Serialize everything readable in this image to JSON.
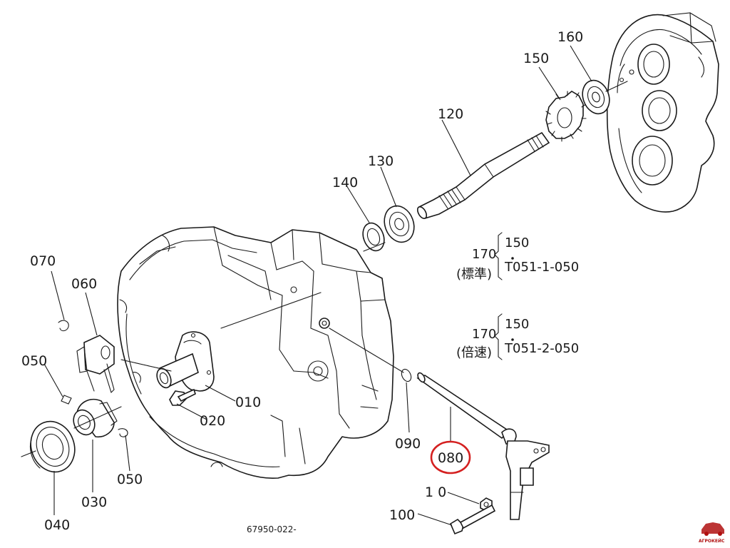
{
  "labels": {
    "p010": "010",
    "p020": "020",
    "p030": "030",
    "p040": "040",
    "p050a": "050",
    "p050b": "050",
    "p060": "060",
    "p070": "070",
    "p080": "080",
    "p090": "090",
    "p100": "100",
    "p10": "1 0",
    "p120": "120",
    "p130": "130",
    "p140": "140",
    "p150": "150",
    "p160": "160"
  },
  "notes": {
    "standard": {
      "ref": "170",
      "top": "150",
      "bottom": "T051-1-050",
      "caption": "(標準)"
    },
    "double": {
      "ref": "170",
      "top": "150",
      "bottom": "T051-2-050",
      "caption": "(倍速)"
    }
  },
  "drawing_number": "67950-022-",
  "watermark": "АГРОКЕЙС",
  "colors": {
    "highlight": "#d42020",
    "line": "#1a1a1a",
    "watermark": "#b01010"
  }
}
